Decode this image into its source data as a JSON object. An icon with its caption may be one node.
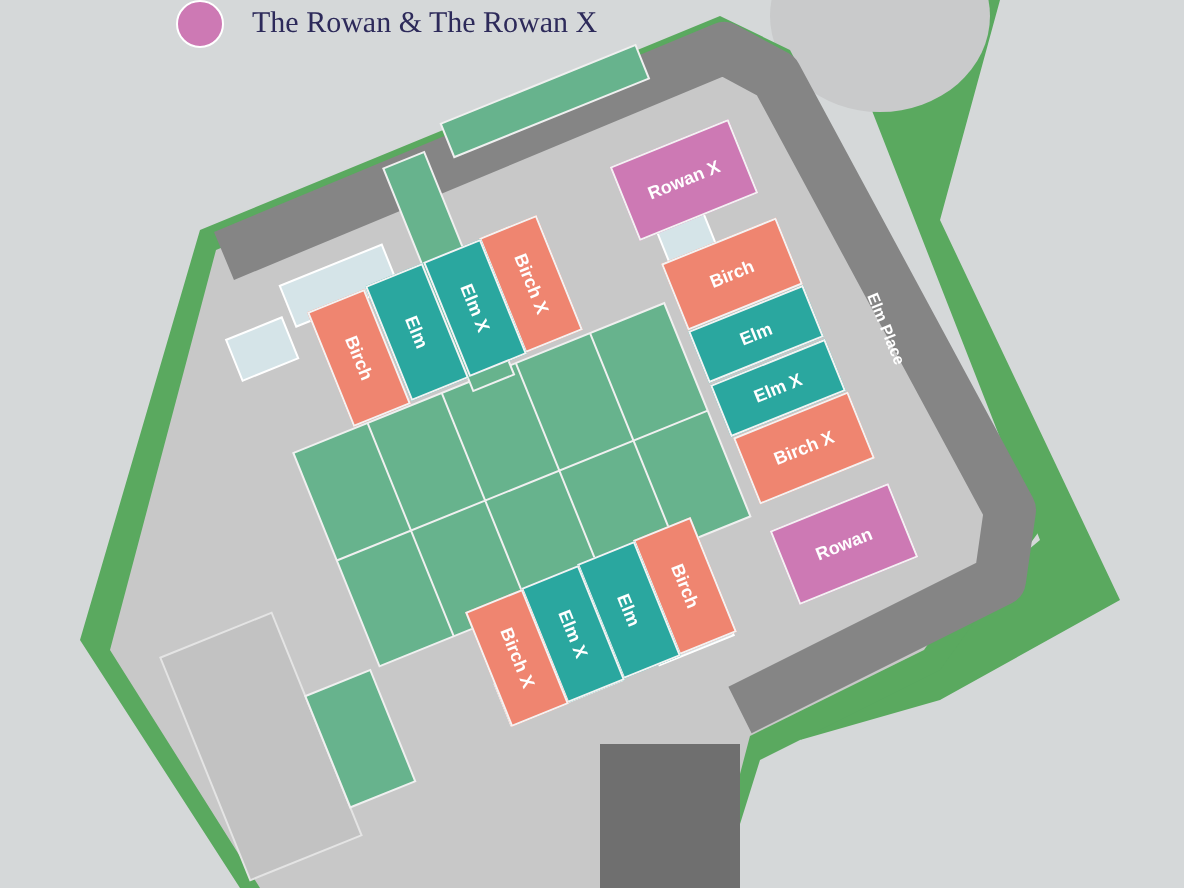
{
  "diagram": {
    "nodes": [
      {
        "text": [
          "Rowan X"
        ]
      },
      {
        "text": [
          "Birch X"
        ]
      },
      {
        "text": [
          "Elm X"
        ]
      },
      {
        "text": [
          "Elm"
        ]
      },
      {
        "text": [
          "Birch"
        ]
      },
      {
        "text": [
          "Birch"
        ]
      },
      {
        "text": [
          "Elm"
        ]
      },
      {
        "text": [
          "Elm X"
        ]
      },
      {
        "text": [
          "Birch X"
        ]
      },
      {
        "text": [
          "Rowan"
        ]
      },
      {
        "text": [
          "Birch"
        ]
      },
      {
        "text": [
          "Elm"
        ]
      },
      {
        "text": [
          "Elm X"
        ]
      },
      {
        "text": [
          "Birch X"
        ]
      }
    ],
    "labels": [
      "Elm Place"
    ],
    "legend": [
      {
        "text": "The Rowan & The Rowan X",
        "color": "#cd79b4"
      }
    ]
  }
}
